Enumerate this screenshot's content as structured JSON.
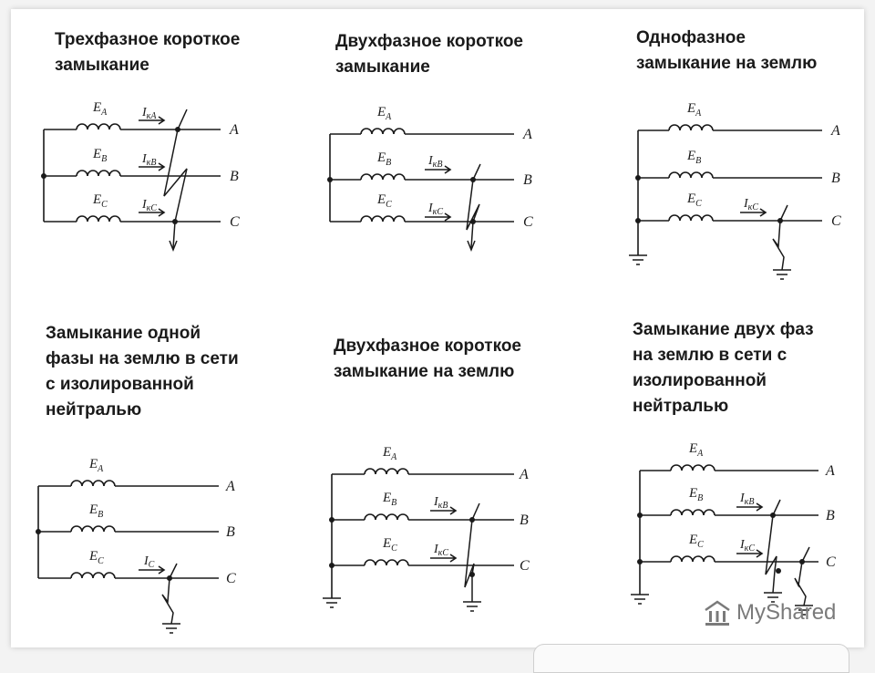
{
  "panels": [
    {
      "title": "Трехфазное короткое\nзамыкание",
      "phases": [
        {
          "emf": "E",
          "emf_sub": "A",
          "line": "A",
          "current": "I",
          "current_sub": "кA"
        },
        {
          "emf": "E",
          "emf_sub": "B",
          "line": "B",
          "current": "I",
          "current_sub": "кB"
        },
        {
          "emf": "E",
          "emf_sub": "C",
          "line": "C",
          "current": "I",
          "current_sub": "кC"
        }
      ]
    },
    {
      "title": "Двухфазное короткое\nзамыкание",
      "phases": [
        {
          "emf": "E",
          "emf_sub": "A",
          "line": "A"
        },
        {
          "emf": "E",
          "emf_sub": "B",
          "line": "B",
          "current": "I",
          "current_sub": "кB"
        },
        {
          "emf": "E",
          "emf_sub": "C",
          "line": "C",
          "current": "I",
          "current_sub": "кC"
        }
      ]
    },
    {
      "title": "Однофазное\nзамыкание на землю",
      "phases": [
        {
          "emf": "E",
          "emf_sub": "A",
          "line": "A"
        },
        {
          "emf": "E",
          "emf_sub": "B",
          "line": "B"
        },
        {
          "emf": "E",
          "emf_sub": "C",
          "line": "C",
          "current": "I",
          "current_sub": "кC"
        }
      ]
    },
    {
      "title": "Замыкание одной\nфазы на землю в сети\nс изолированной\nнейтралью",
      "phases": [
        {
          "emf": "E",
          "emf_sub": "A",
          "line": "A"
        },
        {
          "emf": "E",
          "emf_sub": "B",
          "line": "B"
        },
        {
          "emf": "E",
          "emf_sub": "C",
          "line": "C",
          "current": "I",
          "current_sub": "C"
        }
      ]
    },
    {
      "title": "Двухфазное короткое\nзамыкание на землю",
      "phases": [
        {
          "emf": "E",
          "emf_sub": "A",
          "line": "A"
        },
        {
          "emf": "E",
          "emf_sub": "B",
          "line": "B",
          "current": "I",
          "current_sub": "кB"
        },
        {
          "emf": "E",
          "emf_sub": "C",
          "line": "C",
          "current": "I",
          "current_sub": "кC"
        }
      ]
    },
    {
      "title": "Замыкание двух фаз\nна землю в сети с\nизолированной\nнейтралью",
      "phases": [
        {
          "emf": "E",
          "emf_sub": "A",
          "line": "A"
        },
        {
          "emf": "E",
          "emf_sub": "B",
          "line": "B",
          "current": "I",
          "current_sub": "кB"
        },
        {
          "emf": "E",
          "emf_sub": "C",
          "line": "C",
          "current": "I",
          "current_sub": "кC"
        }
      ]
    }
  ],
  "watermark": {
    "text": "MyShared",
    "icon": "myshared-logo-icon"
  }
}
